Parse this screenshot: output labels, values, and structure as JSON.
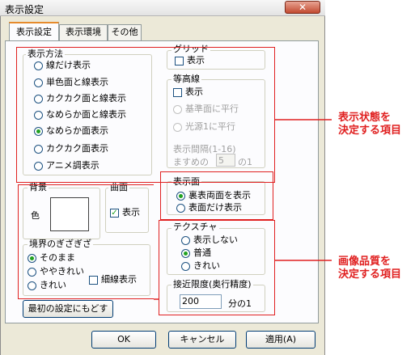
{
  "window": {
    "title": "表示設定",
    "close_label": "✕"
  },
  "tabs": [
    "表示設定",
    "表示環境",
    "その他"
  ],
  "display_method": {
    "label": "表示方法",
    "options": [
      "線だけ表示",
      "単色面と線表示",
      "カクカク面と線表示",
      "なめらか面と線表示",
      "なめらか面表示",
      "カクカク面表示",
      "アニメ調表示"
    ],
    "selected_index": 4
  },
  "grid": {
    "label": "グリッド",
    "checkbox": "表示"
  },
  "contour": {
    "label": "等高線",
    "checkbox": "表示",
    "options": [
      "基準面に平行",
      "光源1に平行"
    ],
    "interval_label": "表示間隔(1-16)",
    "interval_prefix": "ますめの",
    "interval_value": "5",
    "interval_suffix": "の1"
  },
  "surface": {
    "label": "表示面",
    "options": [
      "裏表両面を表示",
      "表面だけ表示"
    ],
    "selected_index": 0
  },
  "background": {
    "label": "背景",
    "color_label": "色"
  },
  "curve": {
    "label": "曲面",
    "checkbox": "表示",
    "check_mark": "✓"
  },
  "texture": {
    "label": "テクスチャ",
    "options": [
      "表示しない",
      "普通",
      "きれい"
    ],
    "selected_index": 1
  },
  "edge": {
    "label": "境界のぎざぎざ",
    "options": [
      "そのまま",
      "ややきれい",
      "きれい"
    ],
    "selected_index": 0,
    "fine_line": "細線表示"
  },
  "proximity": {
    "label": "接近限度(奥行精度)",
    "value": "200",
    "suffix": "分の1"
  },
  "reset_button": "最初の設定にもどす",
  "footer": {
    "ok": "OK",
    "cancel": "キャンセル",
    "apply": "適用(A)"
  },
  "annotations": {
    "display_state": [
      "表示状態を",
      "決定する項目"
    ],
    "image_quality": [
      "画像品質を",
      "決定する項目"
    ]
  },
  "colors": {
    "annotation": "#e02020"
  }
}
